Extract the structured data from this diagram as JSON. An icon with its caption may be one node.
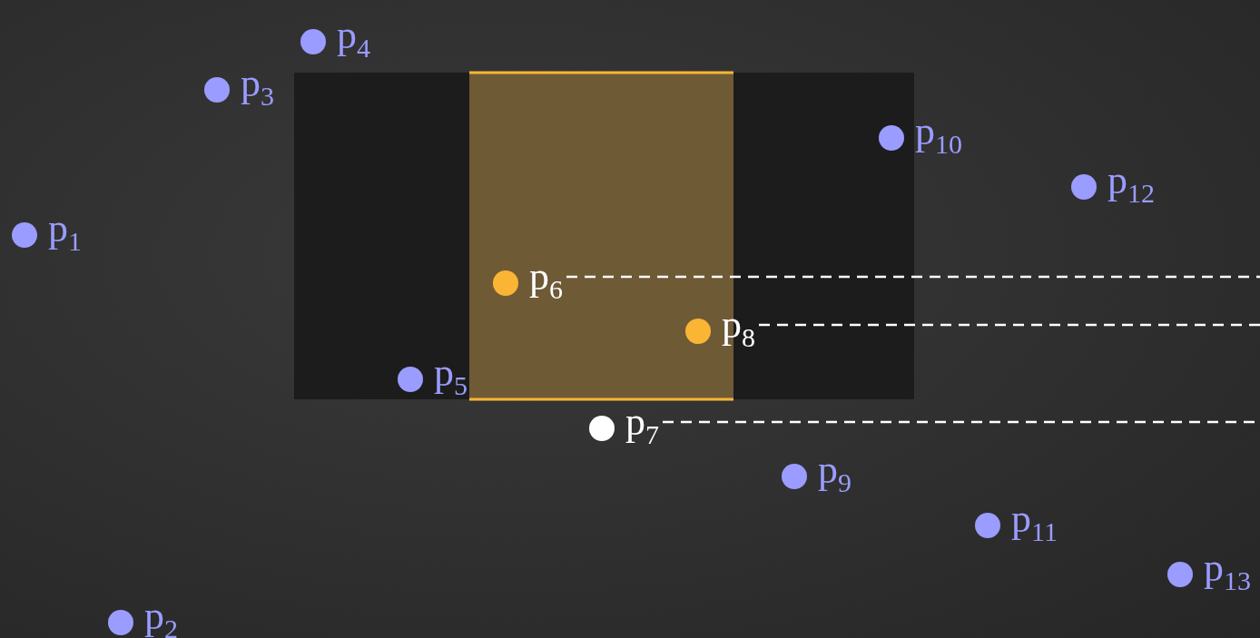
{
  "diagram": {
    "nodes": [
      {
        "text": [
          "p$_{1}$"
        ]
      },
      {
        "text": [
          "p$_{2}$"
        ]
      },
      {
        "text": [
          "p$_{3}$"
        ]
      },
      {
        "text": [
          "p$_{4}$"
        ]
      },
      {
        "text": [
          "p$_{5}$"
        ]
      },
      {
        "text": [
          "p$_{6}$"
        ]
      },
      {
        "text": [
          "p$_{7}$"
        ]
      },
      {
        "text": [
          "p$_{8}$"
        ]
      },
      {
        "text": [
          "p$_{9}$"
        ]
      },
      {
        "text": [
          "p$_{10}$"
        ]
      },
      {
        "text": [
          "p$_{11}$"
        ]
      },
      {
        "text": [
          "p$_{12}$"
        ]
      },
      {
        "text": [
          "p$_{13}$"
        ]
      }
    ],
    "edges": [
      {
        "from": 5,
        "to": null,
        "arrow": "none",
        "style": "dashed"
      },
      {
        "from": 7,
        "to": null,
        "arrow": "none",
        "style": "dashed"
      },
      {
        "from": 6,
        "to": null,
        "arrow": "none",
        "style": "dashed"
      }
    ]
  }
}
